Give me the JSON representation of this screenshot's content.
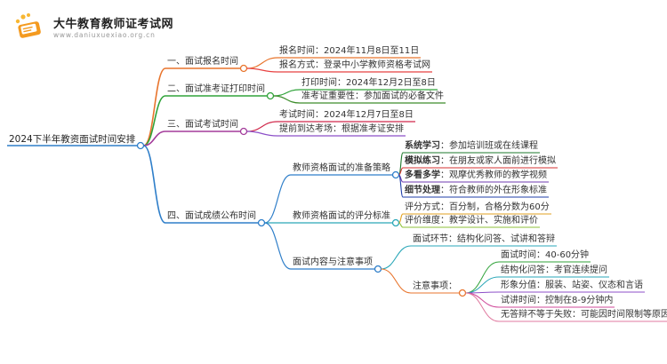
{
  "logo": {
    "title": "大牛教育教师证考试网",
    "url": "www.daniuxuexiao.org.cn"
  },
  "root": {
    "label": "2024下半年教资面试时间安排"
  },
  "branches": [
    {
      "label": "一、面试报名时间",
      "color": "#e8742c",
      "children": [
        {
          "label": "报名时间：2024年11月8日至11日",
          "color": "#e8742c"
        },
        {
          "label": "报名方式：登录中小学教师资格考试网",
          "color": "#e84040"
        }
      ]
    },
    {
      "label": "二、面试准考证打印时间",
      "color": "#30a33a",
      "children": [
        {
          "label": "打印时间：2024年12月2日至8日",
          "color": "#30a33a"
        },
        {
          "label": "准考证重要性：参加面试的必备文件",
          "color": "#3c8c2a"
        }
      ]
    },
    {
      "label": "三、面试考试时间",
      "color": "#a33b9a",
      "children": [
        {
          "label": "考试时间：2024年12月7日至8日",
          "color": "#d0284a"
        },
        {
          "label": "提前到达考场：根据准考证安排",
          "color": "#8c4fc8"
        }
      ]
    },
    {
      "label": "四、面试成绩公布时间",
      "color": "#2e7ec9",
      "children": [
        {
          "label": "教师资格面试的准备策略",
          "color": "#2e7ec9",
          "children": [
            {
              "bold": "系统学习",
              "text": "：参加培训班或在线课程",
              "color": "#1e7a2c"
            },
            {
              "bold": "模拟练习",
              "text": "：在朋友或家人面前进行模拟",
              "color": "#d43030"
            },
            {
              "bold": "多看多学",
              "text": "：观摩优秀教师的教学视频",
              "color": "#6f3bb0"
            },
            {
              "bold": "细节处理",
              "text": "：符合教师的外在形象标准",
              "color": "#1f3ea8"
            }
          ]
        },
        {
          "label": "教师资格面试的评分标准",
          "color": "#2aa7b8",
          "children": [
            {
              "text": "评分方式：百分制，合格分数为60分",
              "color": "#e0a020"
            },
            {
              "text": "评价维度：教学设计、实施和评价",
              "color": "#8fc23a"
            }
          ]
        },
        {
          "label": "面试内容与注意事项",
          "color": "#2e7ec9",
          "children": [
            {
              "text": "面试环节：结构化问答、试讲和答辩",
              "color": "#2aa7b8"
            },
            {
              "text": "注意事项：",
              "color": "#e8742c",
              "children": [
                {
                  "text": "面试时间：40-60分钟",
                  "color": "#30a33a"
                },
                {
                  "text": "结构化问答：考官连续提问",
                  "color": "#2aa7b8"
                },
                {
                  "text": "形象分值：服装、站姿、仪态和言语",
                  "color": "#8c4fc8"
                },
                {
                  "text": "试讲时间：控制在8-9分钟内",
                  "color": "#d04a9a"
                },
                {
                  "text": "无答辩不等于失败：可能因时间限制等原因",
                  "color": "#e07aa0"
                }
              ]
            }
          ]
        }
      ]
    }
  ]
}
